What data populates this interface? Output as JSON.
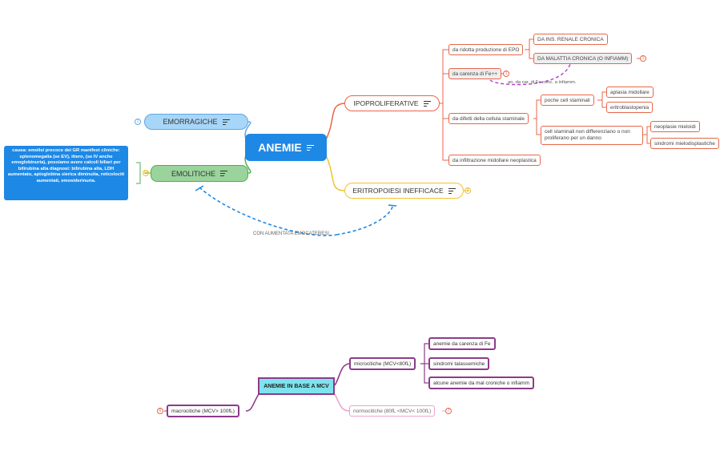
{
  "map1": {
    "root": "ANEMIE",
    "emorragiche": "EMORRAGICHE",
    "emorragiche_badge": "1",
    "emolitiche": "EMOLITICHE",
    "emolitiche_badge": "10",
    "ipoproliferative": "IPOPROLIFERATIVE",
    "eritropoiesi": "ERITROPOIESI INEFFICACE",
    "eritropoiesi_badge": "2",
    "con_aumentata": "CON AUMENTATA EMOCATERESI",
    "note": "causa: emolisi precoce dei GR manifest cliniche: splenomegalia (se EV), ittero, (se IV anche emoglobinuria), possiamo avere calcoli biliari per bilirubina alta diagnosi: bilirubina alta, LDH aumentato, aptoglobina sierica diminuita, reticolociti aumentati, emosiderinuria.",
    "da_ridotta": "da ridotta produzione di EPO",
    "ins_renale": "DA INS. RENALE CRONICA",
    "malattia_cronica": "DA MALATTIA CRONICA (O INFIAMM)",
    "malattia_badge": "1",
    "carenza_fe": "da carenza di Fe++",
    "carenza_badge": "1",
    "an_car": "an. da car. di Fe conc. a infiamm.",
    "difetti": "da difetti della cellula staminale",
    "poche": "poche cell staminali",
    "aplasia": "aplasia midollare",
    "eritroblastopenia": "eritroblastopenia",
    "non_diff": "cell staminali non differenziano o non proliferano per un danno",
    "neoplasie": "neoplasie mieloidi",
    "sindromi_mielo": "sindromi mielodisplastiche",
    "infiltrazione": "da infiltrazione midollare neoplastica"
  },
  "map2": {
    "root": "ANEMIE IN BASE A MCV",
    "microcitiche": "microcitiche (MCV<80fL)",
    "carenza": "anemie da carenza di Fe",
    "talassemiche": "sindromi talassemiche",
    "alcune": "alcune anemie da mal croniche o infiamm",
    "normocitiche": "normocitiche (80fL <MCV< 100fL)",
    "normo_badge": "7",
    "macrocitiche": "macrocitiche (MCV> 100fL)",
    "macro_badge": "6"
  },
  "colors": {
    "root_fill": "#1e88e5",
    "orange": "#e8664a",
    "yellow": "#f2c12e",
    "blue": "#60a5e8",
    "green": "#4caf50",
    "dashed_blue": "#1e88e5",
    "dashed_purple": "#b43cc8",
    "purple": "#8d3b8a",
    "pink": "#f0a0d0",
    "cyan": "#7ee3ee"
  }
}
